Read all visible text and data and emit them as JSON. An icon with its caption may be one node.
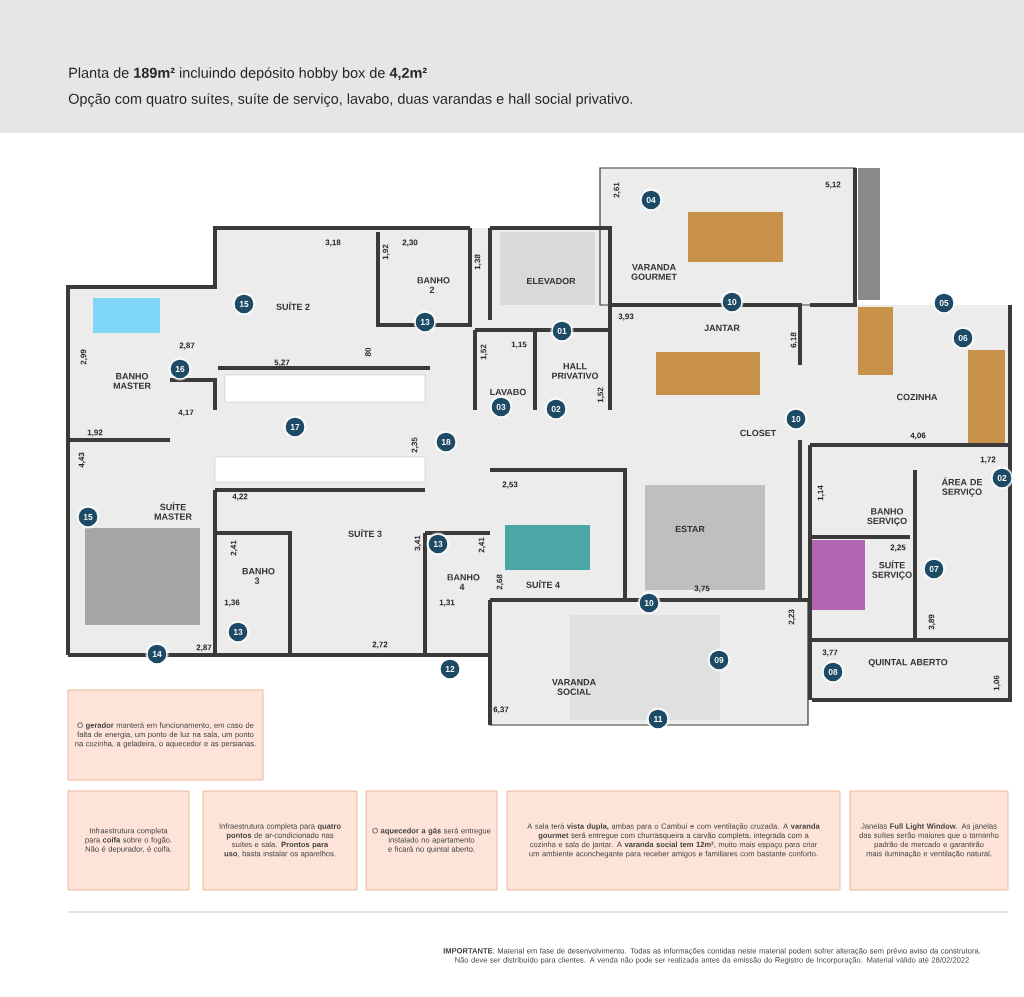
{
  "diagram": {
    "title": "Planta de **189m²** incluindo depósito hobby box de **4,2m²**",
    "nodes": [
      {
        "text": [
          "O **gerador** manterá em funcionamento, em caso de falta de energia, um ponto de luz na sala, um ponto na cozinha, a geladeira, o aquecedor e as persianas."
        ]
      },
      {
        "text": [
          "Infraestrutura completa para **coifa** sobre o fogão. Não é depurador, é coifa."
        ]
      },
      {
        "text": [
          "Infraestrutura completa para **quatro pontos** de ar-condicionado nas suítes e sala. **Prontos para uso**, basta instalar os aparelhos."
        ]
      },
      {
        "text": [
          "O **aquecedor a gás** será entregue instalado no apartamento e ficará no quintal aberto."
        ]
      },
      {
        "text": [
          "A sala terá **vista dupla,** ambas para o Cambuí e com ventilação cruzada. A **varanda gourmet** será entregue com churrasqueira a carvão completa, integrada com a cozinha e sala de jantar. A **varanda social tem 12m²**, muito mais espaço para criar um ambiente aconchegante para receber amigos e familiares com bastante conforto."
        ]
      },
      {
        "text": [
          "Janelas **Full Light Window**. As janelas das suítes serão maiores que o tamanho padrão de mercado e garantirão mais iluminação e ventilação natural."
        ]
      }
    ],
    "labels": [
      "Opção com quatro suítes, suíte de serviço, lavabo, duas varandas e hall social privativo.",
      "2,61",
      "04",
      "5,12",
      "3,18",
      "1,92",
      "2,30",
      "1,38",
      "BANHO 2",
      "ELEVADOR",
      "VARANDA GOURMET",
      "15",
      "SUÍTE 2",
      "13",
      "10",
      "05",
      "2,87",
      "2,99",
      "16",
      "BANHO MASTER",
      "5,27",
      "80",
      "01",
      "1,52",
      "1,15",
      "3,93",
      "6,18",
      "JANTAR",
      "06",
      "HALL PRIVATIVO",
      "LAVABO",
      "1,52",
      "03",
      "02",
      "COZINHA",
      "4,17",
      "17",
      "1,92",
      "2,35",
      "18",
      "10",
      "CLOSET",
      "4,06",
      "1,72",
      "02",
      "ÁREA DE SERVIÇO",
      "4,43",
      "2,53",
      "1,14",
      "4,22",
      "SUÍTE MASTER",
      "15",
      "BANHO SERVIÇO",
      "ESTAR",
      "SUÍTE 3",
      "3,41",
      "13",
      "2,41",
      "2,41",
      "2,25",
      "SUÍTE SERVIÇO",
      "07",
      "BANHO 3",
      "BANHO 4",
      "SUÍTE 4",
      "2,68",
      "1,36",
      "1,31",
      "3,75",
      "10",
      "2,23",
      "3,89",
      "13",
      "2,72",
      "14",
      "2,87",
      "3,77",
      "QUINTAL ABERTO",
      "12",
      "09",
      "08",
      "VARANDA SOCIAL",
      "1,06",
      "6,37",
      "11",
      "**IMPORTANTE**: Material em fase de desenvolvimento. Todas as informações contidas neste material podem sofrer alteração sem prévio aviso da construtora. Não deve ser distribuído para clientes. A venda não pode ser realizada antes da emissão do Registro de Incorporação. Material válido até 28/02/2022"
    ]
  }
}
